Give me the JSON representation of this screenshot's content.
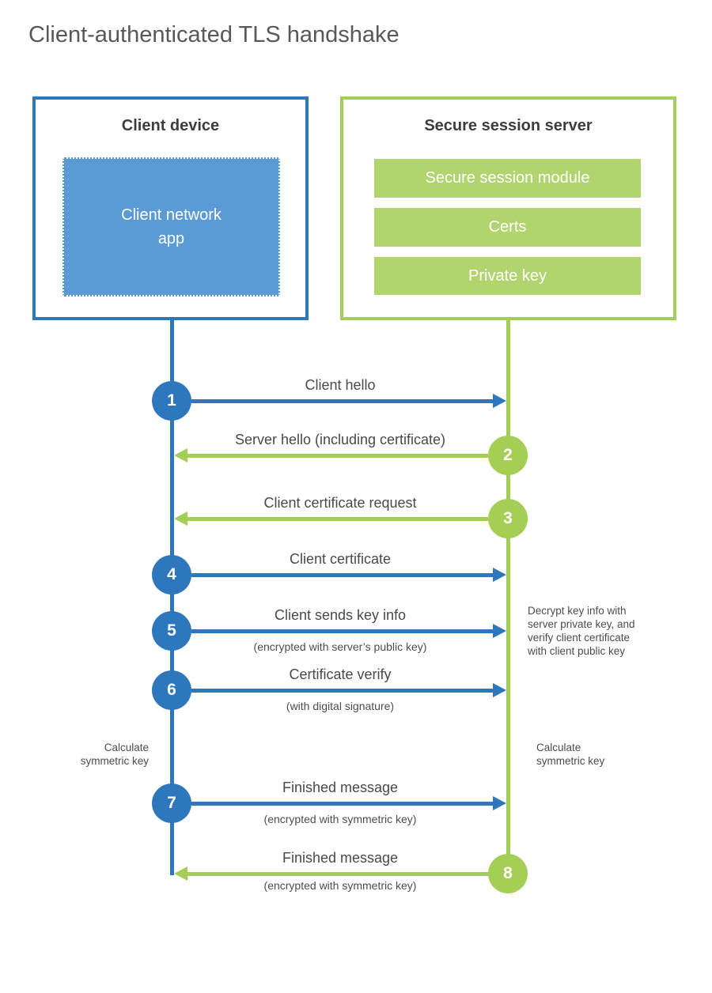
{
  "title": "Client-authenticated TLS handshake",
  "colors": {
    "blue": "#2e77bd",
    "blue_fill": "#5b9bd5",
    "green": "#a4ce55",
    "green_fill": "#b1d46e",
    "heading_text": "#3d3d3d",
    "label_text": "#494949"
  },
  "client": {
    "heading": "Client device",
    "app_label": "Client network\napp"
  },
  "server": {
    "heading": "Secure session server",
    "modules": [
      "Secure session module",
      "Certs",
      "Private key"
    ]
  },
  "steps": [
    {
      "num": "1",
      "label": "Client hello",
      "from": "client",
      "to": "server"
    },
    {
      "num": "2",
      "label": "Server hello (including certificate)",
      "from": "server",
      "to": "client"
    },
    {
      "num": "3",
      "label": "Client certificate request",
      "from": "server",
      "to": "client"
    },
    {
      "num": "4",
      "label": "Client certificate",
      "from": "client",
      "to": "server"
    },
    {
      "num": "5",
      "label": "Client sends key info",
      "sublabel": "(encrypted with server’s public key)",
      "from": "client",
      "to": "server"
    },
    {
      "num": "6",
      "label": "Certificate verify",
      "sublabel": "(with digital signature)",
      "from": "client",
      "to": "server"
    },
    {
      "num": "7",
      "label": "Finished message",
      "sublabel": "(encrypted with symmetric key)",
      "from": "client",
      "to": "server"
    },
    {
      "num": "8",
      "label": "Finished message",
      "sublabel": "(encrypted with symmetric key)",
      "from": "server",
      "to": "client"
    }
  ],
  "annotations": {
    "decrypt_note": "Decrypt key info with\nserver private key, and\nverify client certificate\nwith client public key",
    "calc_left": "Calculate\nsymmetric key",
    "calc_right": "Calculate\nsymmetric key"
  }
}
